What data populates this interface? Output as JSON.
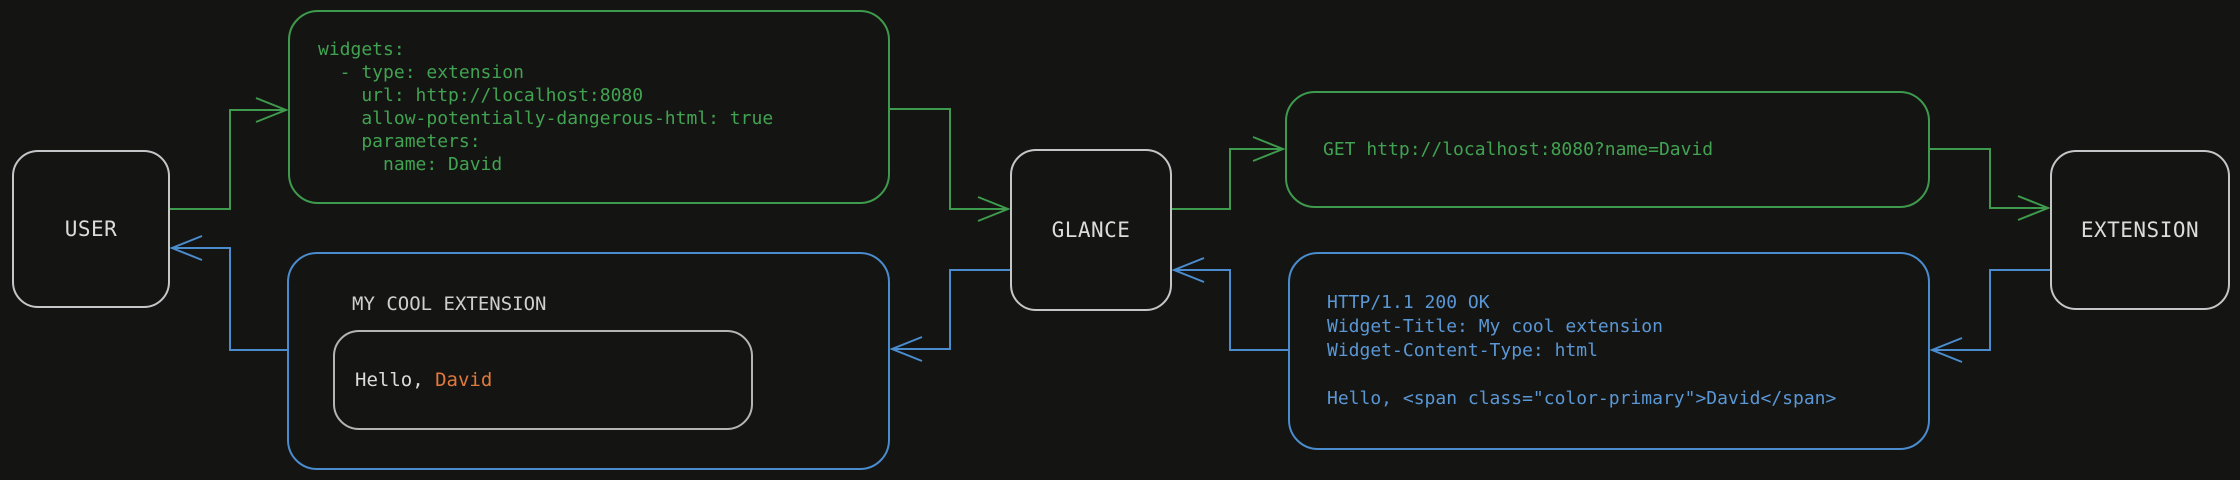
{
  "colors": {
    "background": "#141413",
    "node_border": "#c4c6c8",
    "node_text": "#dcdcdc",
    "request_line": "#3e9a4c",
    "request_text": "#41a351",
    "response_line": "#4a8ccd",
    "response_text": "#5a97d4",
    "accent_primary": "#e0793c",
    "widget_title_text": "#cfcfcf",
    "inner_border": "#b5b5b5"
  },
  "nodes": {
    "user": {
      "label": "USER"
    },
    "glance": {
      "label": "GLANCE"
    },
    "extension": {
      "label": "EXTENSION"
    }
  },
  "config_box": {
    "code": "widgets:\n  - type: extension\n    url: http://localhost:8080\n    allow-potentially-dangerous-html: true\n    parameters:\n      name: David"
  },
  "request_box": {
    "text": "GET http://localhost:8080?name=David"
  },
  "response_box": {
    "code": "HTTP/1.1 200 OK\nWidget-Title: My cool extension\nWidget-Content-Type: html\n\nHello, <span class=\"color-primary\">David</span>"
  },
  "widget_preview": {
    "title": "MY COOL EXTENSION",
    "greeting_prefix": "Hello, ",
    "greeting_name": "David"
  }
}
